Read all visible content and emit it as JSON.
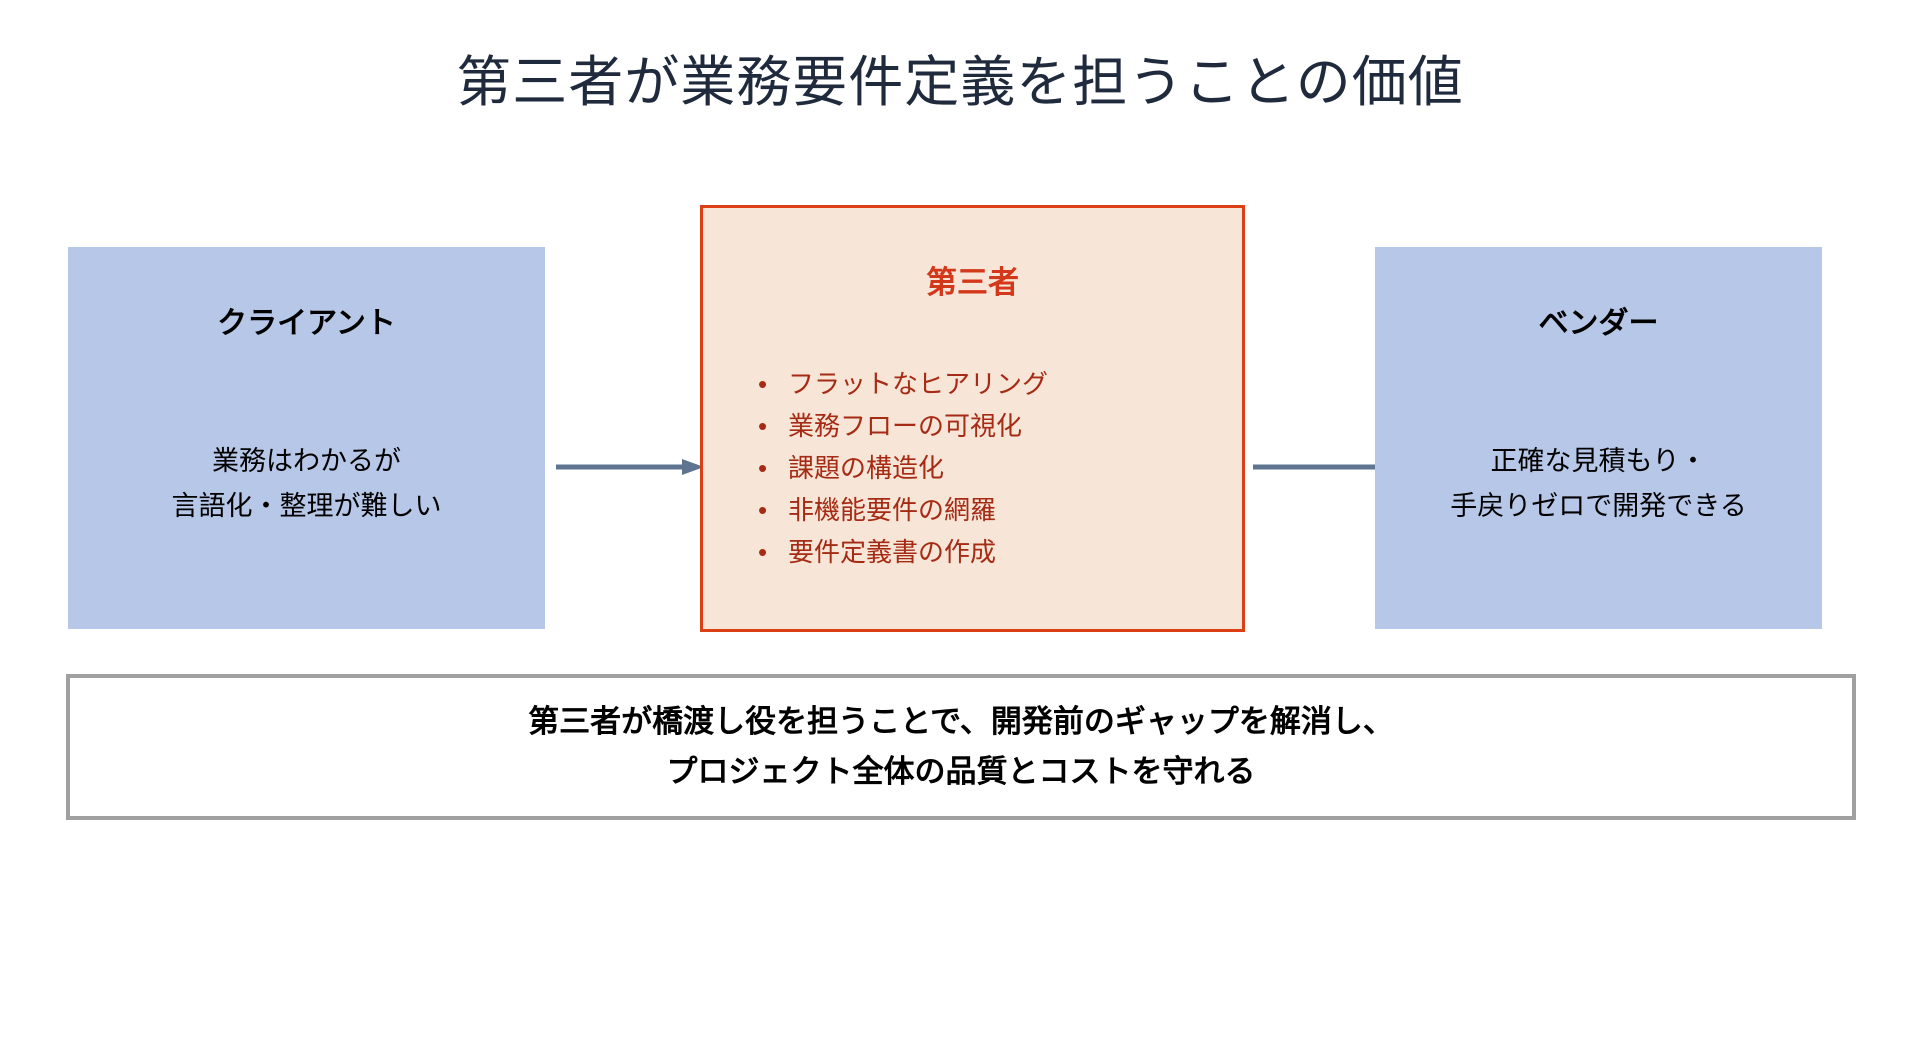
{
  "slide": {
    "title": "第三者が業務要件定義を担うことの価値",
    "background_color": "#ffffff",
    "title_color": "#1f2a3d"
  },
  "flow": {
    "client_box": {
      "heading": "クライアント",
      "body_line1": "業務はわかるが",
      "body_line2": "言語化・整理が難しい",
      "fill_color": "#b7c7e8"
    },
    "third_party_box": {
      "heading": "第三者",
      "fill_color": "#f7e6d8",
      "border_color": "#dc3f15",
      "text_color": "#a62b14",
      "heading_color": "#d3381a",
      "bullet_marker": "•",
      "bullets": [
        "フラットなヒアリング",
        "業務フローの可視化",
        "課題の構造化",
        "非機能要件の網羅",
        "要件定義書の作成"
      ]
    },
    "vendor_box": {
      "heading": "ベンダー",
      "body_line1": "正確な見積もり・",
      "body_line2": "手戻りゼロで開発できる",
      "fill_color": "#b7c7e8"
    },
    "arrow_color": "#5f7490"
  },
  "summary": {
    "line1": "第三者が橋渡し役を担うことで、開発前のギャップを解消し、",
    "line2": "プロジェクト全体の品質とコストを守れる",
    "border_color": "#a0a0a0"
  }
}
